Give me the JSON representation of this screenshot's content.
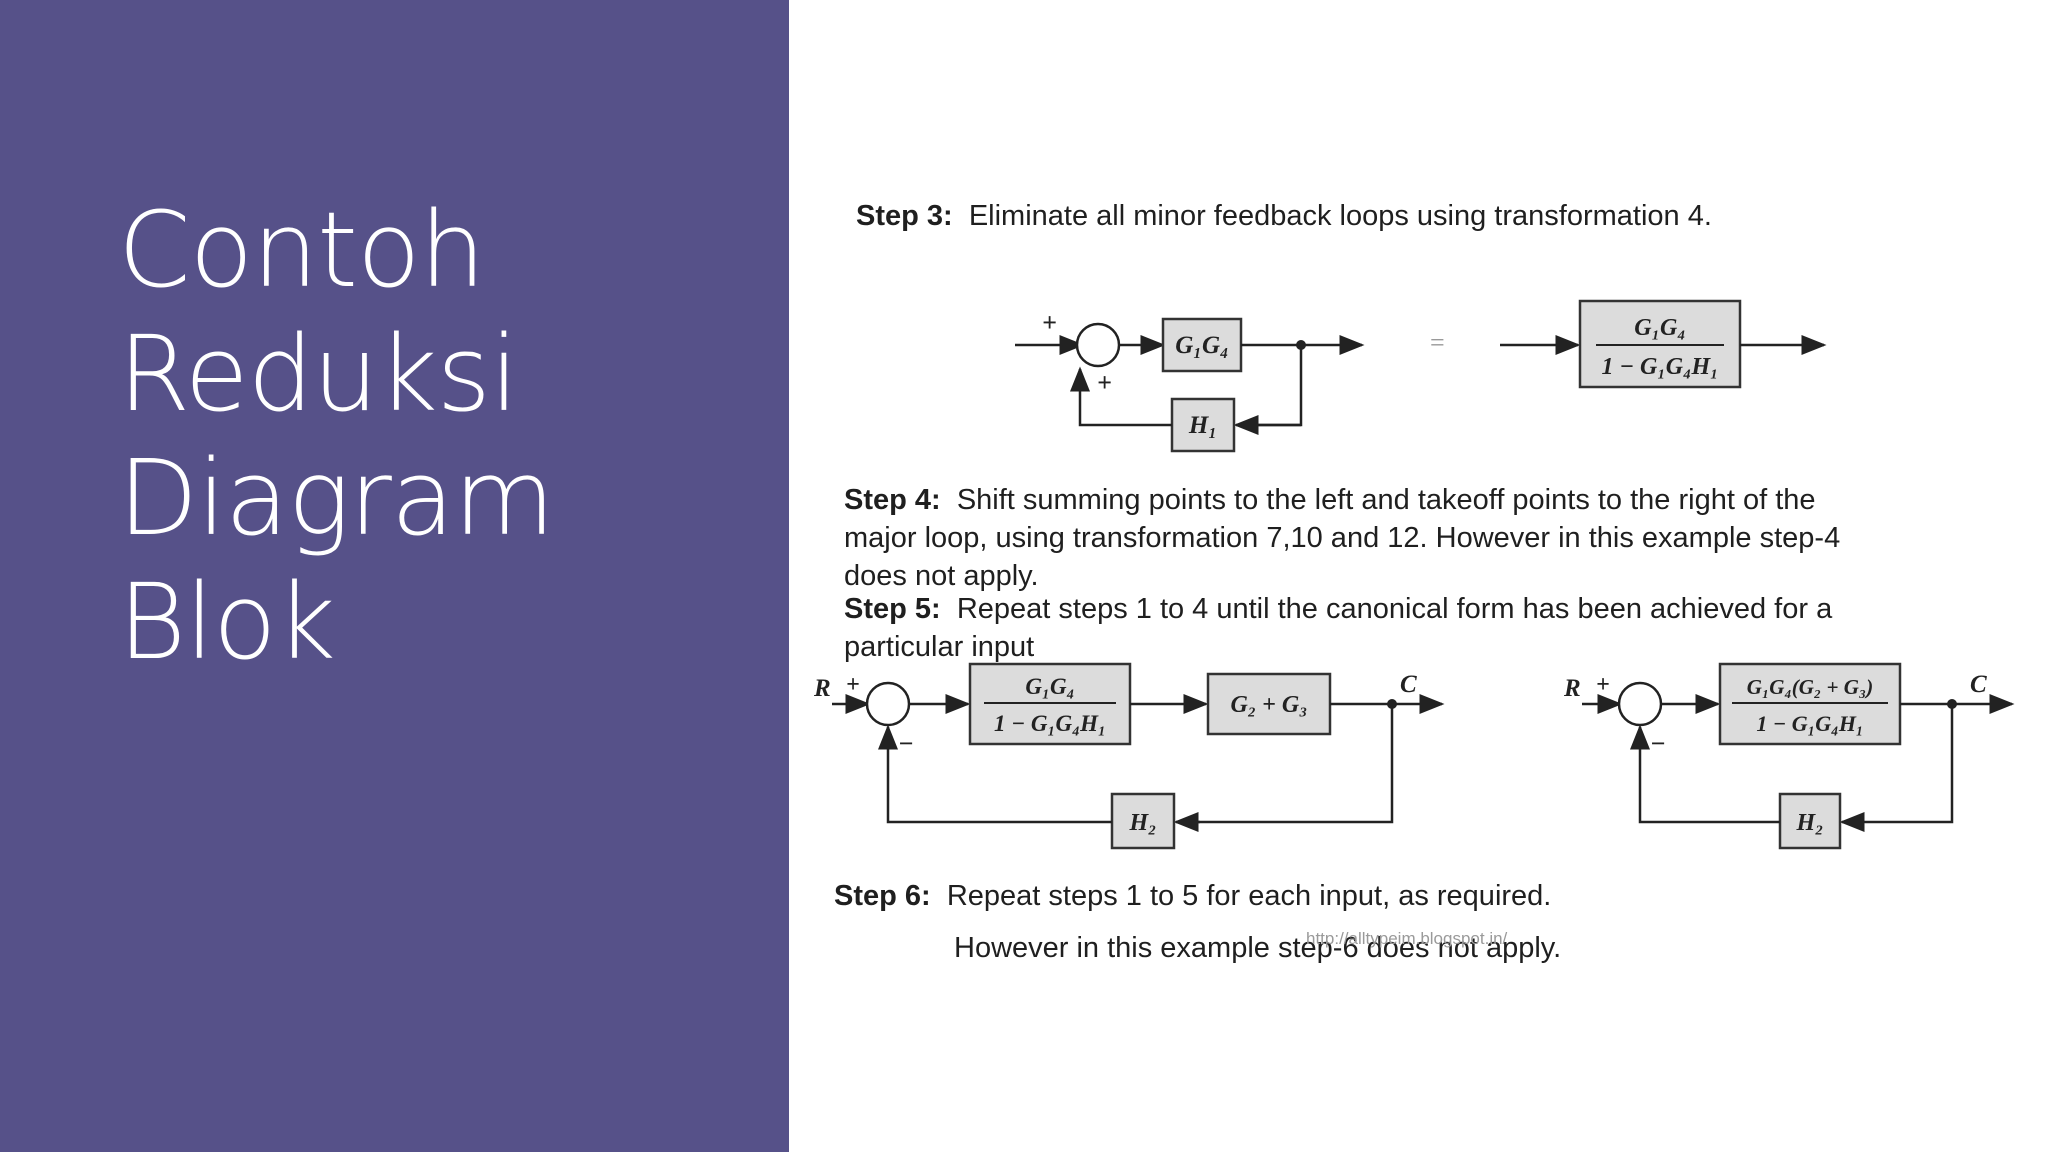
{
  "slide": {
    "title_lines": [
      "Contoh",
      "Reduksi",
      "Diagram",
      "Blok"
    ]
  },
  "step3": {
    "label": "Step 3:",
    "text": "Eliminate all minor feedback loops using transformation 4."
  },
  "step4": {
    "label": "Step 4:",
    "line1": "Shift summing points to the left and takeoff points to the right of the",
    "line2": "major loop, using transformation 7,10 and 12. However in this example step-4",
    "line3": "does not apply."
  },
  "step5": {
    "label": "Step  5:",
    "line1": "Repeat steps 1 to 4 until the canonical form  has been achieved for a",
    "line2": "particular input"
  },
  "step6": {
    "label": "Step 6:",
    "line1": "Repeat steps 1 to 5 for each input, as required.",
    "line2": "However in this example step-6 does not apply."
  },
  "watermark": "http://alltypeim.blogspot.in/",
  "diagram_top": {
    "plus_top": "+",
    "plus_bottom": "+",
    "block_forward": "G₁G₄",
    "block_feedback": "H₁",
    "equals": "=",
    "result_numerator": "G₁G₄",
    "result_denominator": "1 − G₁G₄H₁"
  },
  "diagram_left": {
    "input": "R",
    "output": "C",
    "plus": "+",
    "minus": "−",
    "block1_numerator": "G₁G₄",
    "block1_denominator": "1 − G₁G₄H₁",
    "block2": "G₂ + G₃",
    "feedback": "H₂"
  },
  "diagram_right": {
    "input": "R",
    "output": "C",
    "plus": "+",
    "minus": "−",
    "block_numerator": "G₁G₄(G₂ + G₃)",
    "block_denominator": "1 − G₁G₄H₁",
    "feedback": "H₂"
  },
  "colors": {
    "left_panel": "#565189",
    "block_fill": "#dcdcdc"
  }
}
